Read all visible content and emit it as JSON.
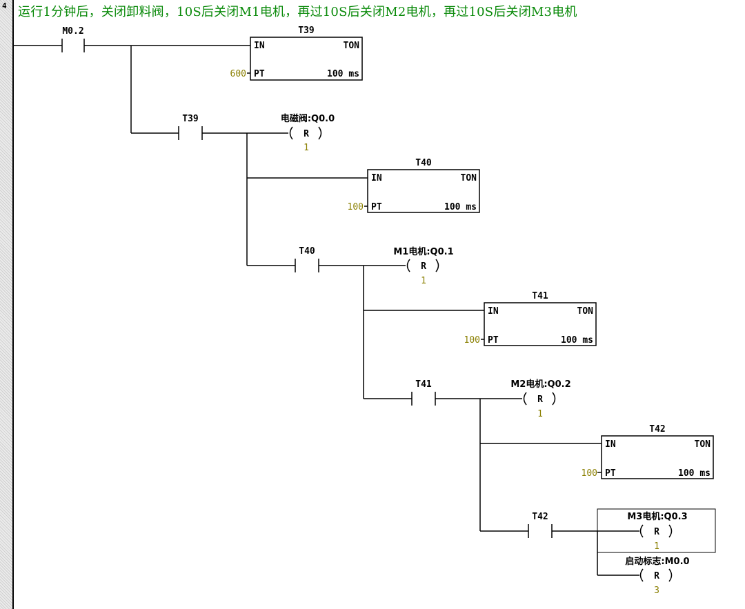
{
  "rung": {
    "number": "4",
    "comment": "运行1分钟后，关闭卸料阀，10S后关闭M1电机，再过10S后关闭M2电机，再过10S后关闭M3电机"
  },
  "contacts": [
    {
      "label": "M0.2"
    },
    {
      "label": "T39"
    },
    {
      "label": "T40"
    },
    {
      "label": "T41"
    },
    {
      "label": "T42"
    }
  ],
  "timers": [
    {
      "name": "T39",
      "in": "IN",
      "type": "TON",
      "pt_label": "PT",
      "pt_value": "600",
      "base": "100 ms"
    },
    {
      "name": "T40",
      "in": "IN",
      "type": "TON",
      "pt_label": "PT",
      "pt_value": "100",
      "base": "100 ms"
    },
    {
      "name": "T41",
      "in": "IN",
      "type": "TON",
      "pt_label": "PT",
      "pt_value": "100",
      "base": "100 ms"
    },
    {
      "name": "T42",
      "in": "IN",
      "type": "TON",
      "pt_label": "PT",
      "pt_value": "100",
      "base": "100 ms"
    }
  ],
  "coils": [
    {
      "label": "电磁阀:Q0.0",
      "op": "R",
      "count": "1"
    },
    {
      "label": "M1电机:Q0.1",
      "op": "R",
      "count": "1"
    },
    {
      "label": "M2电机:Q0.2",
      "op": "R",
      "count": "1"
    },
    {
      "label": "M3电机:Q0.3",
      "op": "R",
      "count": "1"
    },
    {
      "label": "启动标志:M0.0",
      "op": "R",
      "count": "3"
    }
  ],
  "colors": {
    "comment": "#0a8a0a",
    "preset_value": "#8a7f00",
    "wire": "#000000"
  }
}
